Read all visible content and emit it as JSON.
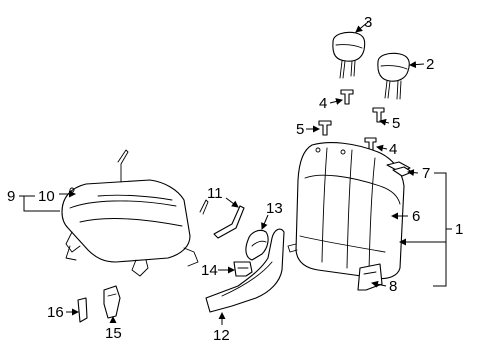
{
  "callouts": [
    {
      "id": "1",
      "label": "1"
    },
    {
      "id": "2",
      "label": "2"
    },
    {
      "id": "3",
      "label": "3"
    },
    {
      "id": "4a",
      "label": "4"
    },
    {
      "id": "4b",
      "label": "4"
    },
    {
      "id": "5a",
      "label": "5"
    },
    {
      "id": "5b",
      "label": "5"
    },
    {
      "id": "6",
      "label": "6"
    },
    {
      "id": "7",
      "label": "7"
    },
    {
      "id": "8",
      "label": "8"
    },
    {
      "id": "9",
      "label": "9"
    },
    {
      "id": "10",
      "label": "10"
    },
    {
      "id": "11",
      "label": "11"
    },
    {
      "id": "12",
      "label": "12"
    },
    {
      "id": "13",
      "label": "13"
    },
    {
      "id": "14",
      "label": "14"
    },
    {
      "id": "15",
      "label": "15"
    },
    {
      "id": "16",
      "label": "16"
    }
  ]
}
